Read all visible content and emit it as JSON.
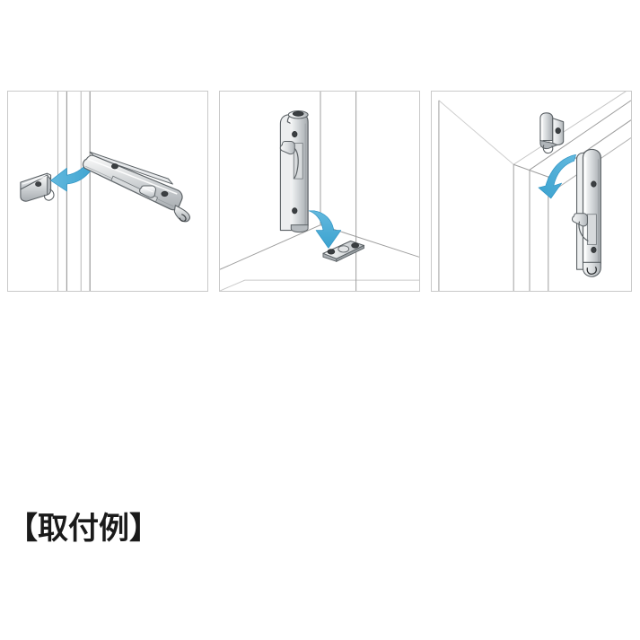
{
  "caption": {
    "text": "【取付例】"
  },
  "colors": {
    "arrow_blue": "#4FAFD8",
    "arrow_blue_dark": "#2E93C4",
    "metal_light": "#f2f2f2",
    "metal_mid": "#cfd1d3",
    "metal_dark": "#9aa0a4",
    "outline": "#5b6165",
    "panel_border": "#c9c9c9",
    "wall_line": "#bfbfbf",
    "background": "#ffffff"
  },
  "panels": [
    {
      "id": "panel-1",
      "name": "horizontal-latch-to-door-frame",
      "description": "Door frame shown from the front with a small strike catch mounted on the jamb at left and a long horizontal flush bolt latch body at right. A blue curved arrow points left indicating the latch engages the strike.",
      "arrow": {
        "direction": "left",
        "color": "#4FAFD8"
      },
      "parts": [
        {
          "name": "strike-catch",
          "position": "left"
        },
        {
          "name": "flush-bolt-latch-body",
          "position": "right"
        }
      ]
    },
    {
      "id": "panel-2",
      "name": "vertical-latch-to-floor-strike",
      "description": "Corner of a room showing a vertical flush bolt latch mounted on a door edge at left and a floor strike plate on the floor. A blue curved arrow points downward from the latch to the floor strike plate.",
      "arrow": {
        "direction": "down",
        "color": "#4FAFD8"
      },
      "parts": [
        {
          "name": "vertical-flush-bolt-latch",
          "position": "door-edge"
        },
        {
          "name": "floor-strike-plate",
          "position": "floor"
        }
      ]
    },
    {
      "id": "panel-3",
      "name": "vertical-latch-to-header-catch",
      "description": "Door leaf and header rail shown in perspective with a small catch piece mounted on the header at top and a vertical flush bolt latch at right. A blue curved arrow sweeps upward indicating the latch engages the header catch.",
      "arrow": {
        "direction": "up",
        "color": "#4FAFD8"
      },
      "parts": [
        {
          "name": "header-catch",
          "position": "top"
        },
        {
          "name": "vertical-flush-bolt-latch",
          "position": "right"
        }
      ]
    }
  ]
}
